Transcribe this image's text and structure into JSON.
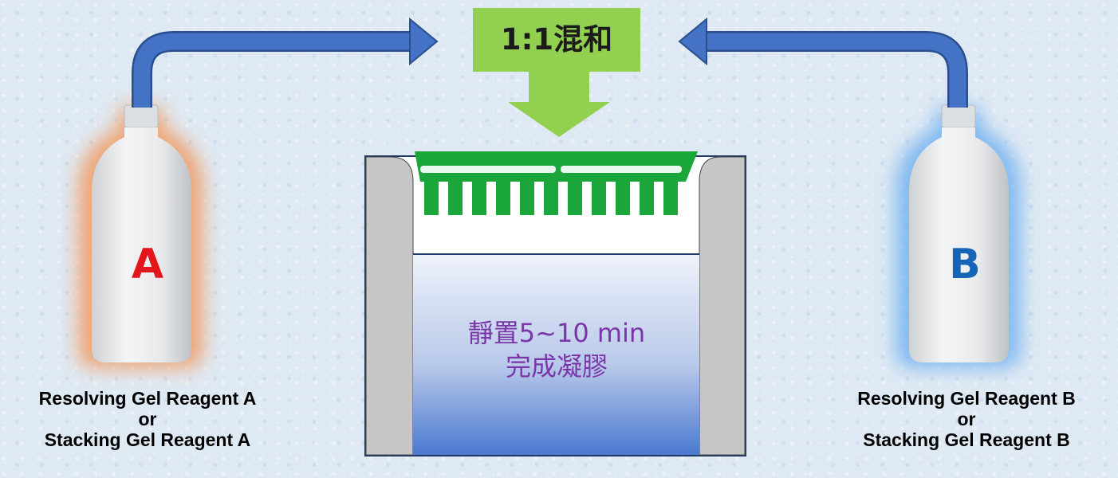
{
  "mix_box": {
    "label": "1:1混和"
  },
  "bottle_a": {
    "letter": "A",
    "letter_color": "#e3161b",
    "glow_color": "#f19a60"
  },
  "bottle_b": {
    "letter": "B",
    "letter_color": "#1664b5",
    "glow_color": "#6fb0f0"
  },
  "caption_a": {
    "line1": "Resolving Gel Reagent A",
    "line2": "or",
    "line3": "Stacking Gel Reagent A"
  },
  "caption_b": {
    "line1": "Resolving Gel Reagent B",
    "line2": "or",
    "line3": "Stacking Gel Reagent B"
  },
  "gel_cassette": {
    "text_line1": "靜置5~10 min",
    "text_line2": "完成凝膠",
    "text_color": "#7a35a8"
  },
  "colors": {
    "arrow_blue": "#4472c4",
    "mix_green": "#92d050",
    "comb_green": "#1aa63a",
    "gel_top": "#e7edf7",
    "gel_bottom": "#4a79cf",
    "cassette_side": "#c6c6c6"
  }
}
